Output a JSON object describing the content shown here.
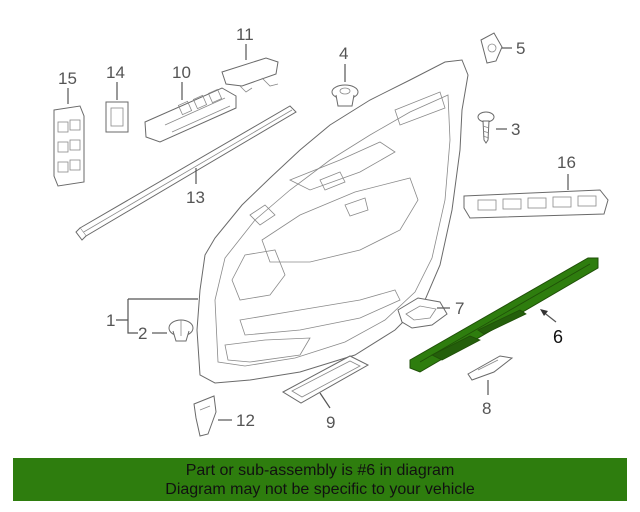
{
  "diagram": {
    "callouts": [
      "1",
      "2",
      "3",
      "4",
      "5",
      "6",
      "7",
      "8",
      "9",
      "10",
      "11",
      "12",
      "13",
      "14",
      "15",
      "16"
    ],
    "highlighted_part": "6",
    "highlight_color": "#2e7d0e"
  },
  "banner": {
    "line1": "Part or sub-assembly is #6 in diagram",
    "line2": "Diagram may not be specific to your vehicle",
    "background": "#2e7d0e"
  }
}
